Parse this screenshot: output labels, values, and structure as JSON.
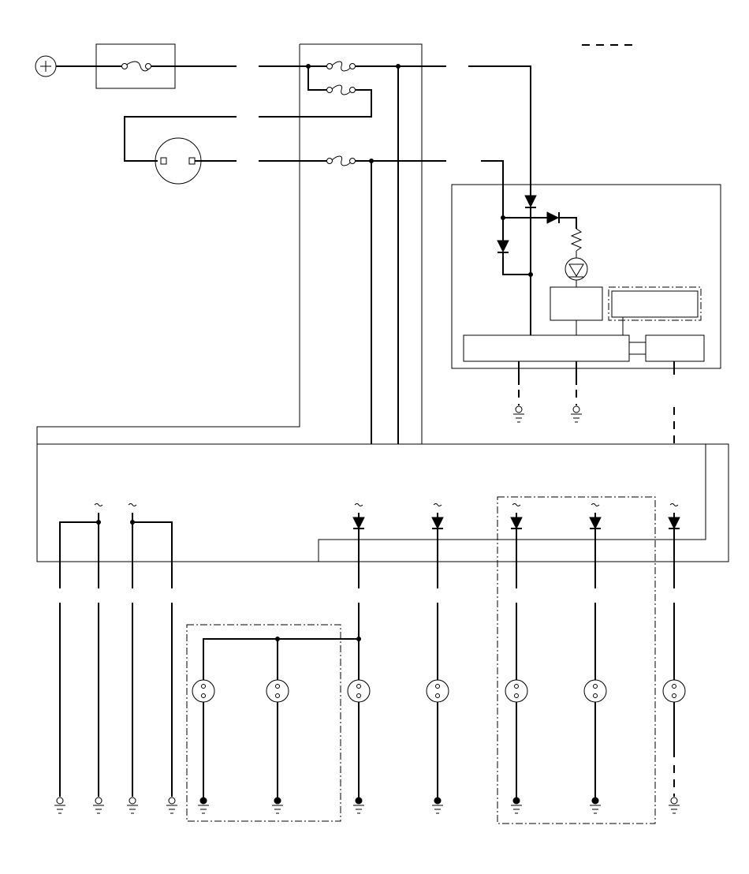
{
  "diagram": {
    "legend_line_style": "dashed",
    "supply_symbol": "plus-terminal-icon",
    "fuses": [
      "fuse-main",
      "fuse-junction-1",
      "fuse-junction-2",
      "fuse-junction-3"
    ],
    "lamp_count": 7,
    "ground_count": 13,
    "unlabeled": true
  }
}
